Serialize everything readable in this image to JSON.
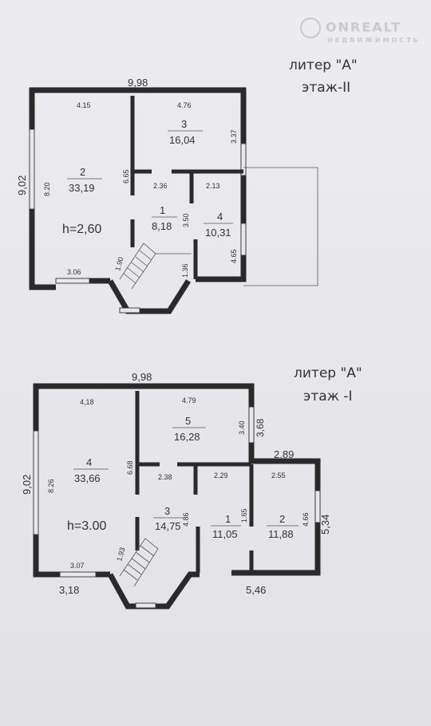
{
  "watermark": {
    "brand": "ONREALT",
    "sub": "НЕДВИЖИМОСТЬ"
  },
  "floor2": {
    "title_line1": "литер \"А\"",
    "title_line2": "этаж-II",
    "overall_width": "9,98",
    "overall_height": "9,02",
    "height_note": "h=2,60",
    "rooms": [
      {
        "num": "2",
        "area": "33,19"
      },
      {
        "num": "3",
        "area": "16,04"
      },
      {
        "num": "1",
        "area": "8,18"
      },
      {
        "num": "4",
        "area": "10,31"
      }
    ],
    "dims": [
      "4.15",
      "4.76",
      "8.20",
      "6.65",
      "3.37",
      "2.36",
      "2.13",
      "3.50",
      "3.06",
      "1.90",
      "1.36",
      "4.65"
    ]
  },
  "floor1": {
    "title_line1": "литер \"А\"",
    "title_line2": "этаж -I",
    "overall_width": "9,98",
    "overall_height": "9,02",
    "height_note": "h=3.00",
    "dim_368": "3,68",
    "dim_289": "2,89",
    "dim_534": "5,34",
    "dim_546": "5,46",
    "dim_318": "3,18",
    "rooms": [
      {
        "num": "4",
        "area": "33,66"
      },
      {
        "num": "5",
        "area": "16,28"
      },
      {
        "num": "3",
        "area": "14,75"
      },
      {
        "num": "1",
        "area": "11,05"
      },
      {
        "num": "2",
        "area": "11,88"
      }
    ],
    "dims": [
      "4,18",
      "4.79",
      "8.26",
      "6.68",
      "3.40",
      "2.38",
      "2.29",
      "2.55",
      "4.86",
      "1.65",
      "4.66",
      "3.07",
      "1.93"
    ]
  }
}
